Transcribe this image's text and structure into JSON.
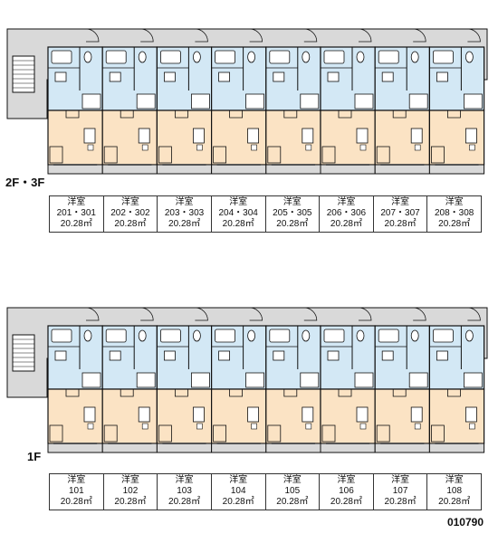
{
  "colors": {
    "balcony_walkway": "#d9d9d9",
    "wet_area": "#d3e8f5",
    "room": "#fbe3c4",
    "wall": "#111111"
  },
  "floors": [
    {
      "label": "2F・3F",
      "units": [
        {
          "type": "洋室",
          "number": "201・301",
          "area": "20.28㎡"
        },
        {
          "type": "洋室",
          "number": "202・302",
          "area": "20.28㎡"
        },
        {
          "type": "洋室",
          "number": "203・303",
          "area": "20.28㎡"
        },
        {
          "type": "洋室",
          "number": "204・304",
          "area": "20.28㎡"
        },
        {
          "type": "洋室",
          "number": "205・305",
          "area": "20.28㎡"
        },
        {
          "type": "洋室",
          "number": "206・306",
          "area": "20.28㎡"
        },
        {
          "type": "洋室",
          "number": "207・307",
          "area": "20.28㎡"
        },
        {
          "type": "洋室",
          "number": "208・308",
          "area": "20.28㎡"
        }
      ]
    },
    {
      "label": "1F",
      "units": [
        {
          "type": "洋室",
          "number": "101",
          "area": "20.28㎡"
        },
        {
          "type": "洋室",
          "number": "102",
          "area": "20.28㎡"
        },
        {
          "type": "洋室",
          "number": "103",
          "area": "20.28㎡"
        },
        {
          "type": "洋室",
          "number": "104",
          "area": "20.28㎡"
        },
        {
          "type": "洋室",
          "number": "105",
          "area": "20.28㎡"
        },
        {
          "type": "洋室",
          "number": "106",
          "area": "20.28㎡"
        },
        {
          "type": "洋室",
          "number": "107",
          "area": "20.28㎡"
        },
        {
          "type": "洋室",
          "number": "108",
          "area": "20.28㎡"
        }
      ]
    }
  ],
  "code": "010790"
}
